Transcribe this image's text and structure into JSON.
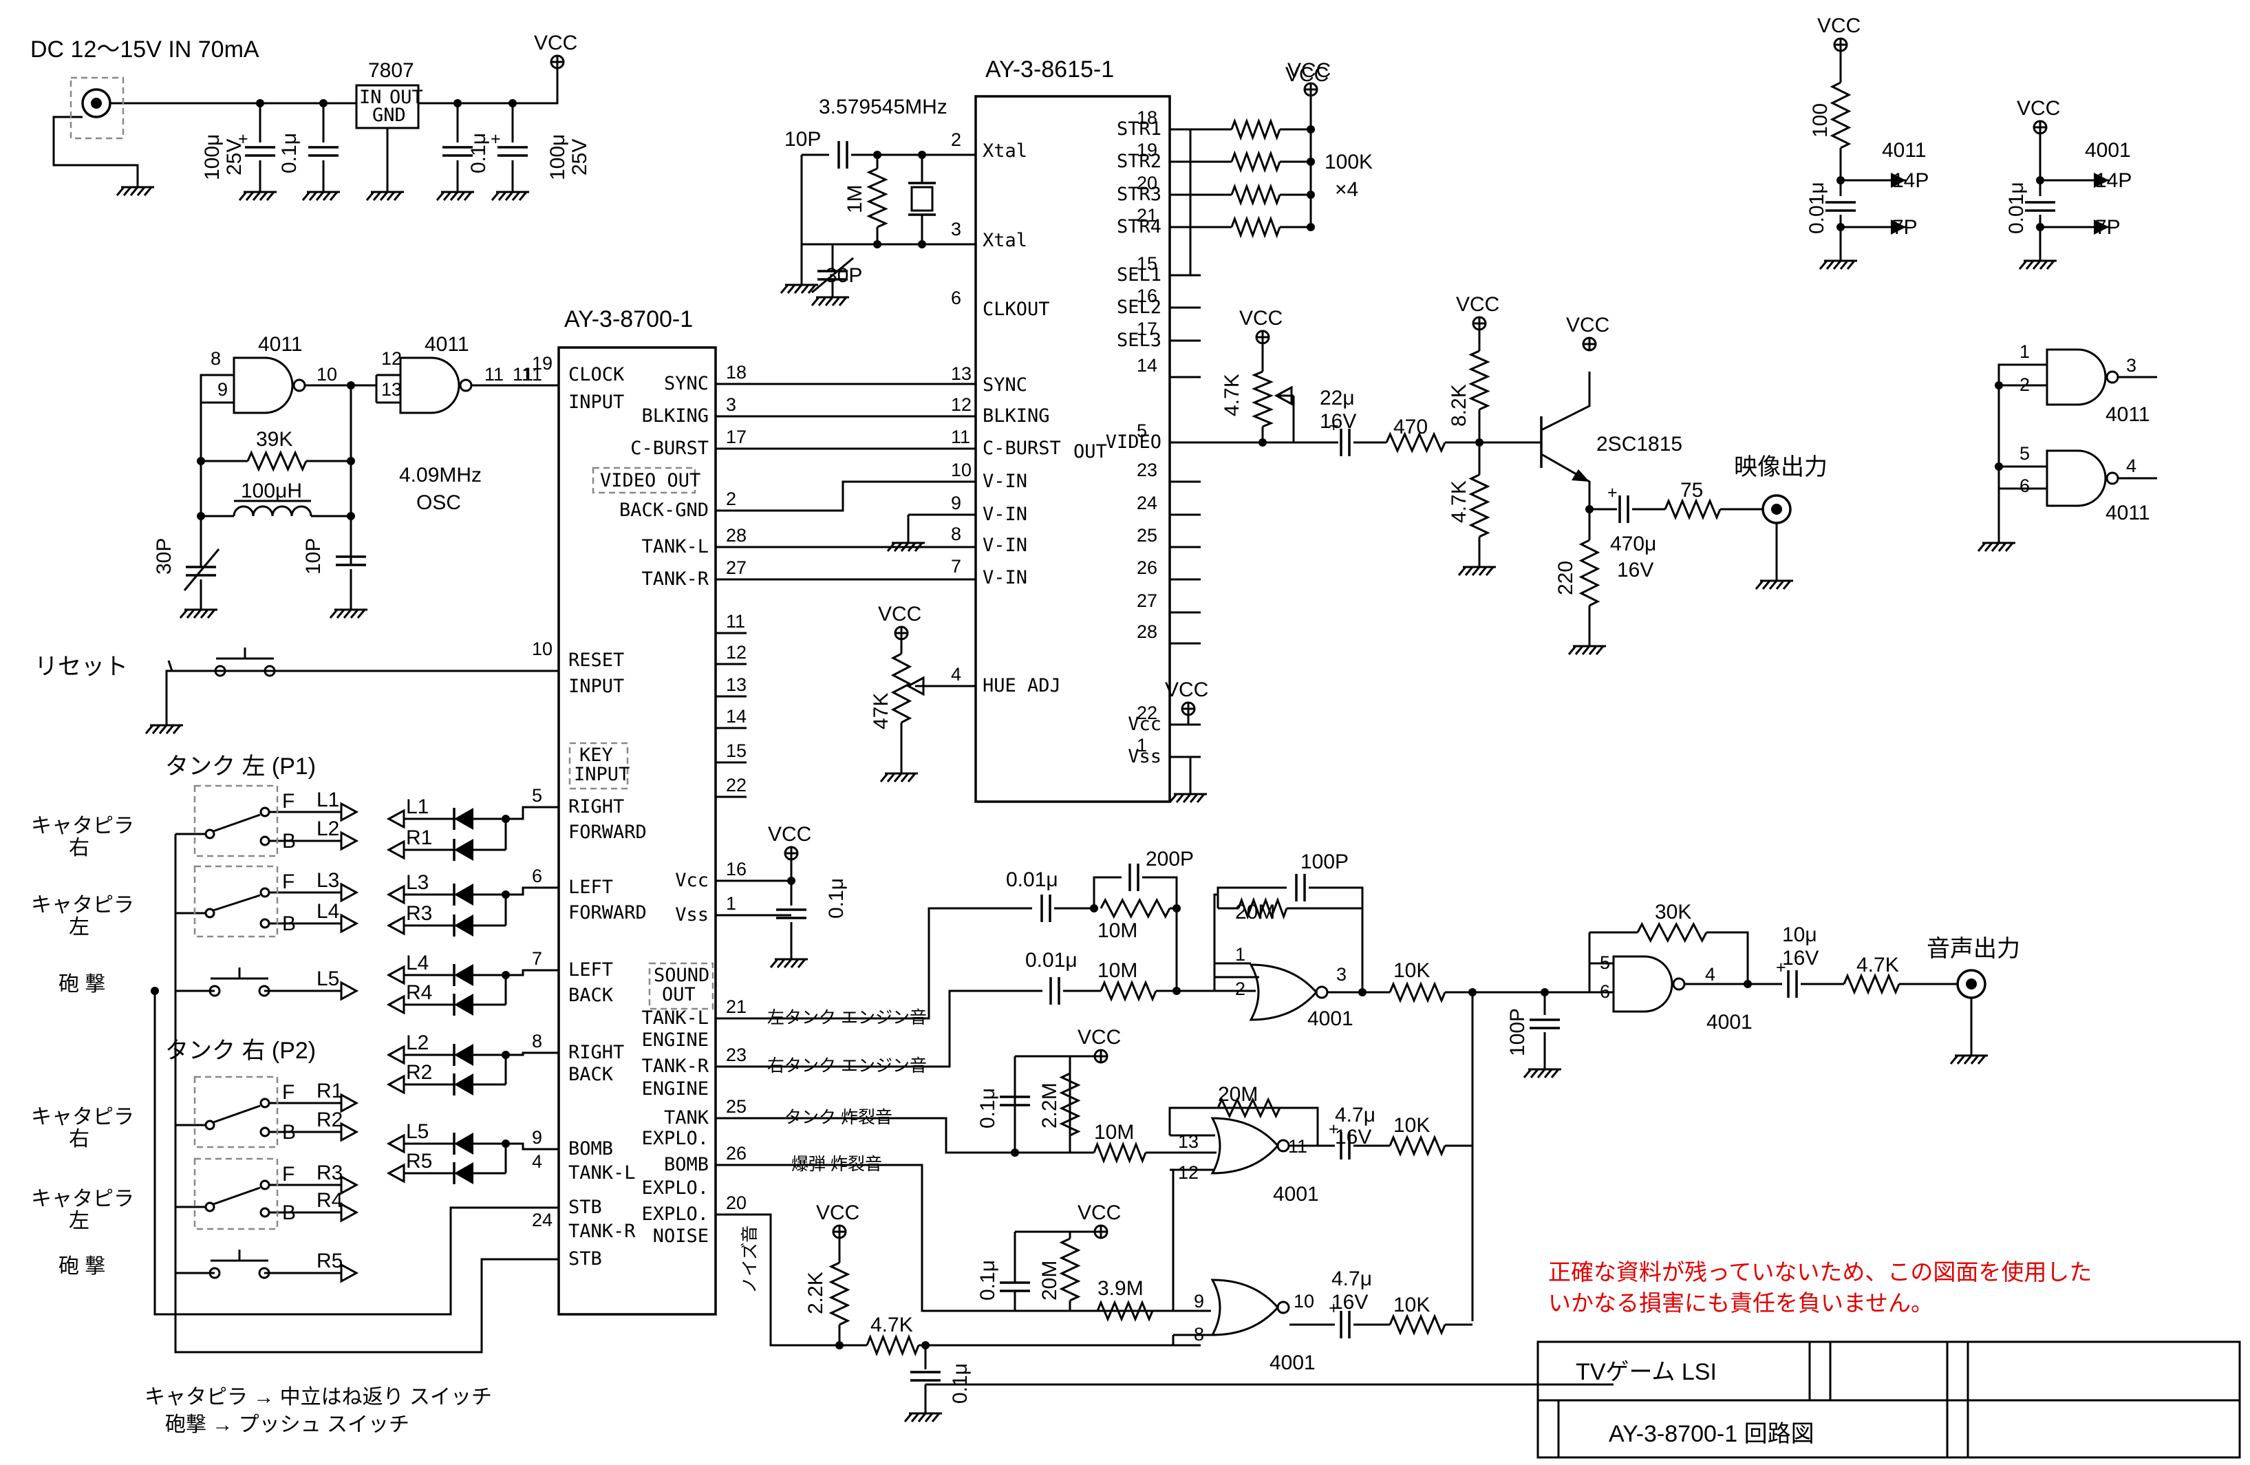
{
  "power": {
    "input": "DC  12～15V  IN    70mA",
    "regulator": "7807",
    "reg_in": "IN",
    "reg_out": "OUT",
    "reg_gnd": "GND",
    "c1": "100μ",
    "c1v": "25V",
    "c2": "0.1μ",
    "c3": "0.1μ",
    "c4": "100μ",
    "c4v": "25V"
  },
  "vcc": "VCC",
  "chip8615": {
    "name": "AY-3-8615-1",
    "left_pins": [
      {
        "num": "2",
        "label": "Xtal"
      },
      {
        "num": "3",
        "label": "Xtal"
      },
      {
        "num": "6",
        "label": "CLKOUT"
      },
      {
        "num": "13",
        "label": "SYNC"
      },
      {
        "num": "12",
        "label": "BLKING"
      },
      {
        "num": "11",
        "label": "C-BURST"
      },
      {
        "num": "10",
        "label": "V-IN"
      },
      {
        "num": "9",
        "label": "V-IN"
      },
      {
        "num": "8",
        "label": "V-IN"
      },
      {
        "num": "7",
        "label": "V-IN"
      },
      {
        "num": "4",
        "label": "HUE ADJ"
      }
    ],
    "right_pins": [
      {
        "num": "18",
        "label": "STR1"
      },
      {
        "num": "19",
        "label": "STR2"
      },
      {
        "num": "20",
        "label": "STR3"
      },
      {
        "num": "21",
        "label": "STR4"
      },
      {
        "num": "15",
        "label": "SEL1"
      },
      {
        "num": "16",
        "label": "SEL2"
      },
      {
        "num": "17",
        "label": "SEL3"
      },
      {
        "num": "14",
        "label": ""
      },
      {
        "num": "5",
        "label": "VIDEO"
      },
      {
        "num": "23",
        "label": ""
      },
      {
        "num": "24",
        "label": ""
      },
      {
        "num": "25",
        "label": ""
      },
      {
        "num": "26",
        "label": ""
      },
      {
        "num": "27",
        "label": ""
      },
      {
        "num": "28",
        "label": ""
      },
      {
        "num": "22",
        "label": "Vcc"
      },
      {
        "num": "1",
        "label": "Vss"
      }
    ],
    "video_out2": "OUT",
    "crystal": "3.579545MHz",
    "c_10p": "10P",
    "r_1m": "1M",
    "c_30p": "30P",
    "r_100k": "100K",
    "r_100k_x": "×4",
    "r_47k": "47K"
  },
  "chip8700": {
    "name": "AY-3-8700-1",
    "left_pins": [
      {
        "num": "19",
        "label": "CLOCK"
      },
      {
        "num": "",
        "label": "INPUT"
      },
      {
        "num": "10",
        "label": "RESET"
      },
      {
        "num": "",
        "label": "INPUT"
      },
      {
        "num": "5",
        "label": "RIGHT"
      },
      {
        "num": "",
        "label": "FORWARD"
      },
      {
        "num": "6",
        "label": "LEFT"
      },
      {
        "num": "",
        "label": "FORWARD"
      },
      {
        "num": "7",
        "label": "LEFT"
      },
      {
        "num": "",
        "label": "BACK"
      },
      {
        "num": "8",
        "label": "RIGHT"
      },
      {
        "num": "",
        "label": "BACK"
      },
      {
        "num": "9",
        "label": "BOMB"
      },
      {
        "num": "4",
        "label": "TANK-L"
      },
      {
        "num": "",
        "label": "STB"
      },
      {
        "num": "24",
        "label": "TANK-R"
      },
      {
        "num": "",
        "label": "STB"
      }
    ],
    "right_pins": [
      {
        "num": "18",
        "label": "SYNC"
      },
      {
        "num": "3",
        "label": "BLKING"
      },
      {
        "num": "17",
        "label": "C-BURST"
      },
      {
        "num": "2",
        "label": "BACK-GND"
      },
      {
        "num": "28",
        "label": "TANK-L"
      },
      {
        "num": "27",
        "label": "TANK-R"
      },
      {
        "num": "11",
        "label": ""
      },
      {
        "num": "12",
        "label": ""
      },
      {
        "num": "13",
        "label": ""
      },
      {
        "num": "14",
        "label": ""
      },
      {
        "num": "15",
        "label": ""
      },
      {
        "num": "22",
        "label": ""
      },
      {
        "num": "16",
        "label": "Vcc"
      },
      {
        "num": "1",
        "label": "Vss"
      },
      {
        "num": "21",
        "label": "TANK-L"
      },
      {
        "num": "",
        "label": "ENGINE"
      },
      {
        "num": "23",
        "label": "TANK-R"
      },
      {
        "num": "",
        "label": "ENGINE"
      },
      {
        "num": "25",
        "label": "TANK"
      },
      {
        "num": "",
        "label": "EXPLO."
      },
      {
        "num": "26",
        "label": "BOMB"
      },
      {
        "num": "",
        "label": "EXPLO."
      },
      {
        "num": "20",
        "label": "EXPLO."
      },
      {
        "num": "",
        "label": "NOISE"
      }
    ],
    "video_out_box": "VIDEO OUT",
    "key_input_box1": "KEY",
    "key_input_box2": "INPUT",
    "sound_out_box1": "SOUND",
    "sound_out_box2": "OUT"
  },
  "osc": {
    "gate1": "4011",
    "gate2": "4011",
    "p8": "8",
    "p9": "9",
    "p10": "10",
    "p12": "12",
    "p13": "13",
    "p11": "11",
    "r39k": "39K",
    "l100": "100μH",
    "c30p": "30P",
    "c10p": "10P",
    "freq": "4.09MHz",
    "osc": "OSC"
  },
  "reset": "リセット",
  "controls": {
    "p1_title": "タンク 左 (P1)",
    "p2_title": "タンク 右 (P2)",
    "track_right": [
      "キャタピラ",
      "右"
    ],
    "track_left": [
      "キャタピラ",
      "左"
    ],
    "fire": "砲  撃",
    "F": "F",
    "B": "B",
    "outputs": [
      "L1",
      "L2",
      "L3",
      "L4",
      "L5",
      "R1",
      "R2",
      "R3",
      "R4",
      "R5"
    ],
    "diode_labels": [
      "L1",
      "R1",
      "L3",
      "R3",
      "L4",
      "R4",
      "L2",
      "R2",
      "L5",
      "R5"
    ],
    "vcc_cap": "0.1μ"
  },
  "notes": {
    "n1": "キャタピラ → 中立はね返り スイッチ",
    "n2": "砲撃      → プッシュ スイッチ"
  },
  "video": {
    "r47k": "4.7K",
    "c22": "22μ",
    "c22v": "16V",
    "r470": "470",
    "r82k": "8.2K",
    "r47k2": "4.7K",
    "transistor": "2SC1815",
    "r75": "75",
    "out": "映像出力",
    "r220": "220",
    "c470": "470μ",
    "c470v": "16V"
  },
  "decoupling": {
    "a_r": "100",
    "a_chip": "4011",
    "a_c": "0.01μ",
    "a_14": "14P",
    "a_7": "7P",
    "b_chip": "4001",
    "b_c": "0.01μ",
    "b_14": "14P",
    "b_7": "7P"
  },
  "spare": {
    "p1": "1",
    "p2": "2",
    "p3": "3",
    "p5": "5",
    "p6": "6",
    "p4": "4",
    "g1": "4011",
    "g2": "4011"
  },
  "sound": {
    "c001": "0.01μ",
    "c200p": "200P",
    "r10m": "10M",
    "c001b": "0.01μ",
    "r10mb": "10M",
    "c100p": "100P",
    "r20m": "20M",
    "g1": "4001",
    "p1": "1",
    "p2": "2",
    "p3": "3",
    "r10k": "10K",
    "c100p2": "100P",
    "r30k": "30K",
    "p5": "5",
    "p6": "6",
    "p4": "4",
    "g2": "4001",
    "c10": "10μ",
    "c10v": "16V",
    "r47k": "4.7K",
    "out": "音声出力",
    "engineL": "左タンク エンジン音",
    "engineR": "右タンク エンジン音",
    "tankExp": "タンク 炸裂音",
    "bombExp": "爆弾 炸裂音",
    "noise": "ノイズ音",
    "c01": "0.1μ",
    "r22m": "2.2M",
    "r10mc": "10M",
    "r20m2": "20M",
    "p13": "13",
    "p12": "12",
    "p11": "11",
    "g3": "4001",
    "c47": "4.7μ",
    "c47v": "16V",
    "r10k2": "10K",
    "c01b": "0.1μ",
    "r20m3": "20M",
    "r39m": "3.9M",
    "p9": "9",
    "p8": "8",
    "p10": "10",
    "g4": "4001",
    "c47b": "4.7μ",
    "c47bv": "16V",
    "r10k3": "10K",
    "r22k": "2.2K",
    "r47k2": "4.7K",
    "c01c": "0.1μ"
  },
  "disclaimer": [
    "正確な資料が残っていないため、この図面を使用した",
    "いかなる損害にも責任を負いません。"
  ],
  "titleblock": {
    "t1": "TVゲーム LSI",
    "t2": "AY-3-8700-1 回路図"
  }
}
